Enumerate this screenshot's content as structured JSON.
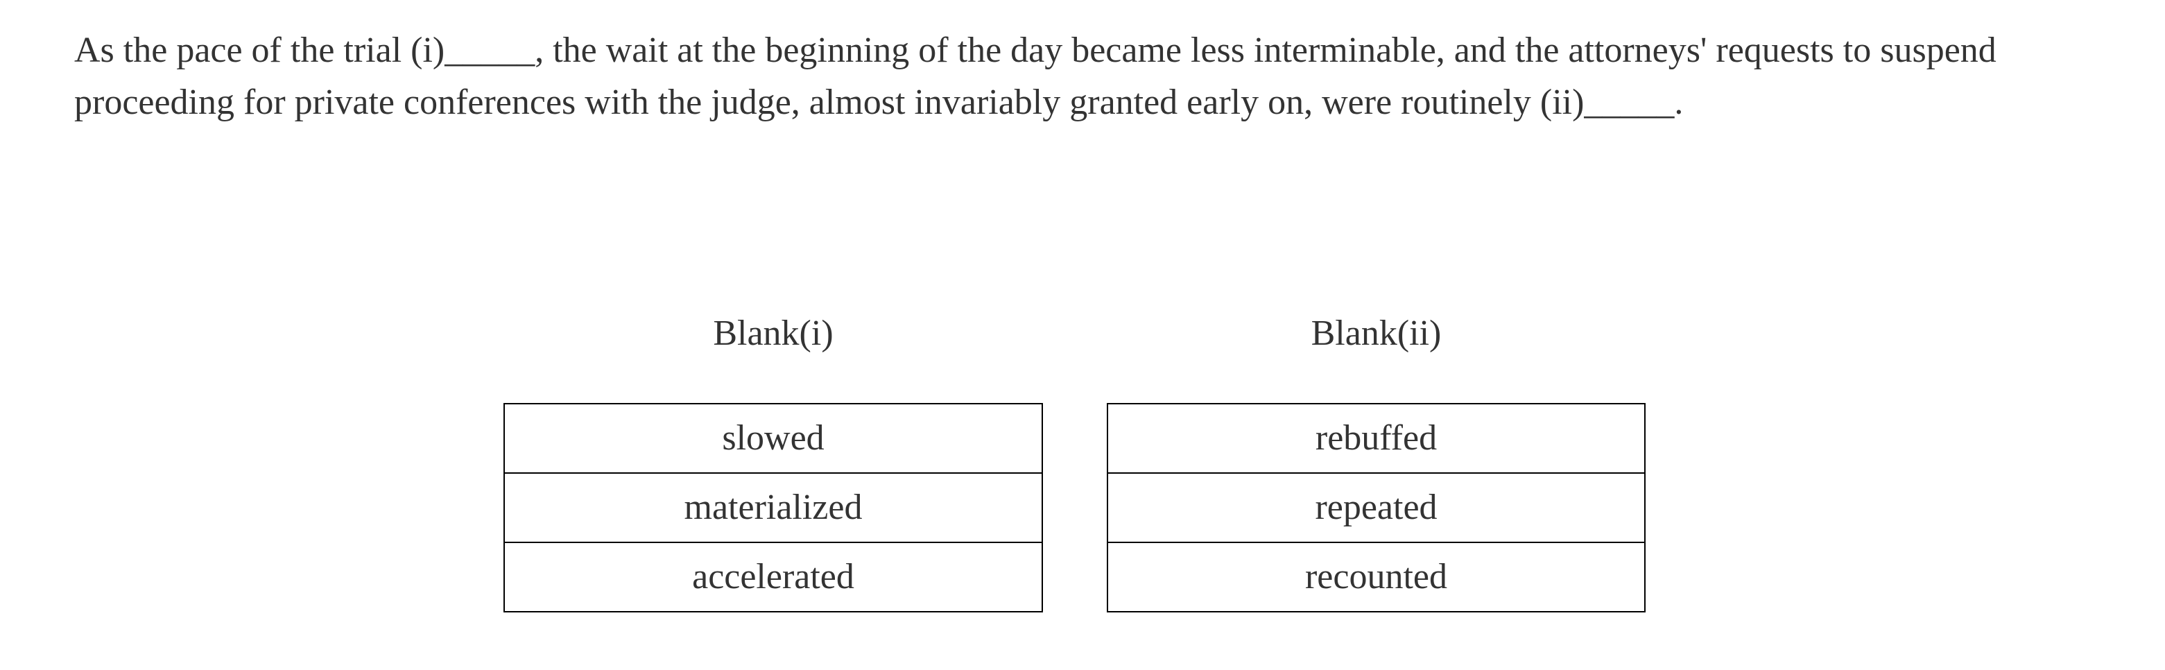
{
  "question": {
    "text": "As the pace of the trial (i)_____, the wait at the beginning of the day became less interminable, and the attorneys' requests to suspend proceeding for private conferences with the judge, almost invariably granted early on, were routinely (ii)_____."
  },
  "blanks": [
    {
      "label": "Blank(i)",
      "options": [
        "slowed",
        "materialized",
        "accelerated"
      ]
    },
    {
      "label": "Blank(ii)",
      "options": [
        "rebuffed",
        "repeated",
        "recounted"
      ]
    }
  ],
  "colors": {
    "text": "#333333",
    "border": "#000000",
    "background": "#ffffff"
  }
}
